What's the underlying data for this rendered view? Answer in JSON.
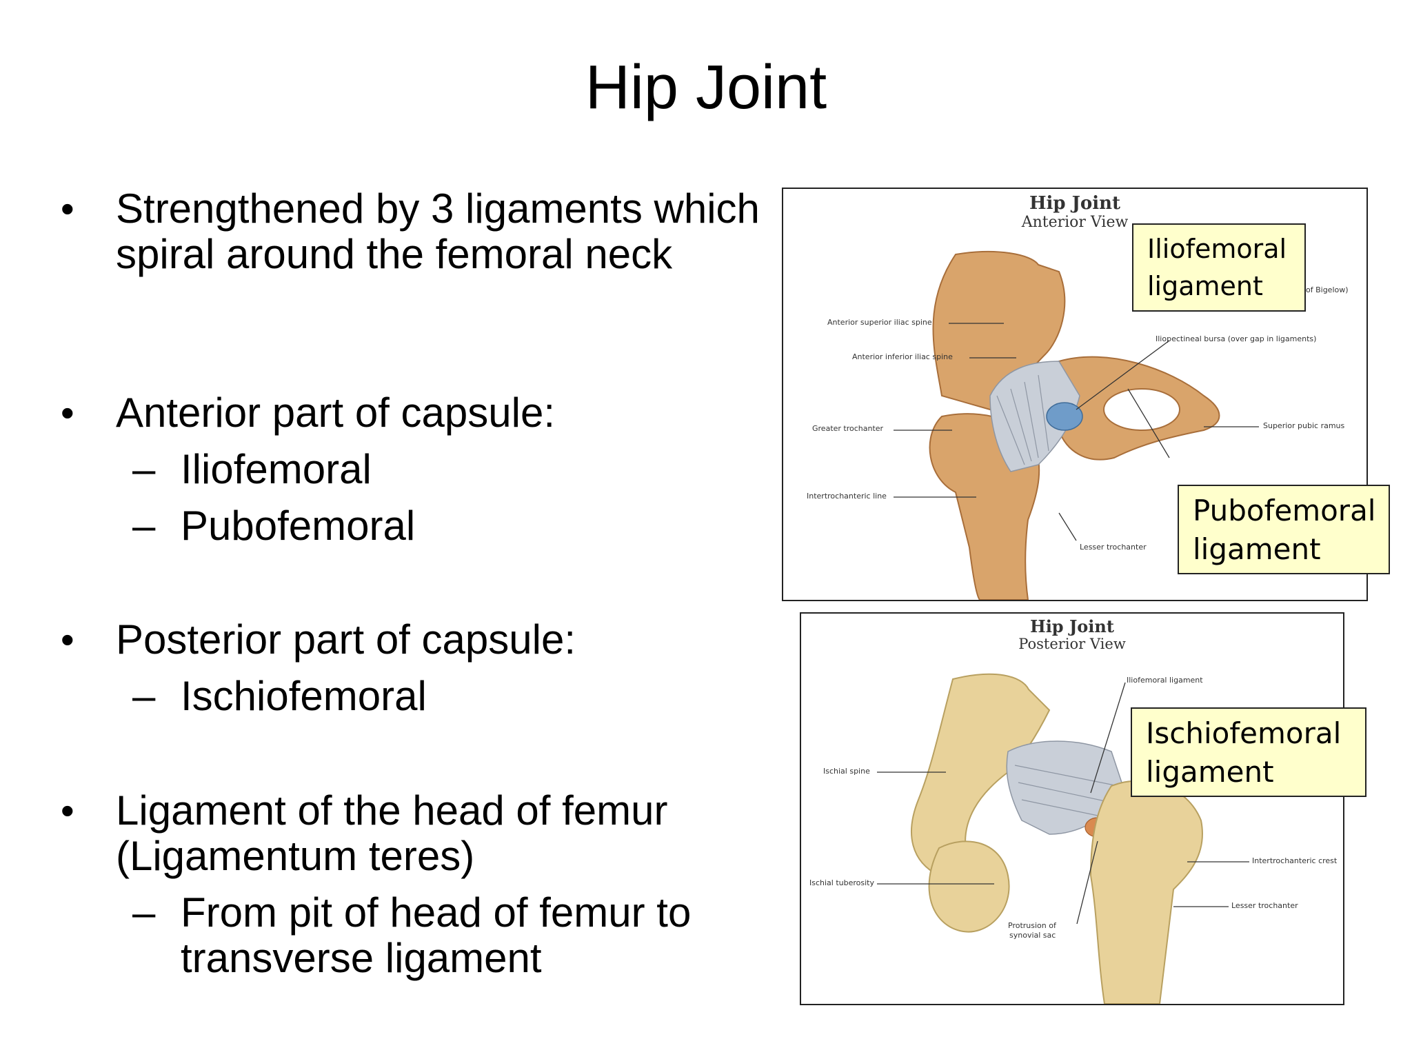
{
  "slide": {
    "title": "Hip Joint",
    "bullets": [
      {
        "text": "Strengthened by 3 ligaments which spiral around the femoral neck",
        "subs": []
      },
      {
        "text": "Anterior part of capsule:",
        "subs": [
          "Iliofemoral",
          "Pubofemoral"
        ]
      },
      {
        "text": "Posterior part of capsule:",
        "subs": [
          "Ischiofemoral"
        ]
      },
      {
        "text": "Ligament of the head of femur (Ligamentum teres)",
        "subs": [
          "From pit of head of femur to transverse ligament"
        ]
      }
    ],
    "bullet_glyph": "•",
    "dash_glyph": "–"
  },
  "anterior_figure": {
    "title": "Hip Joint",
    "subtitle": "Anterior View",
    "labels": {
      "asis": "Anterior superior iliac spine",
      "aiis": "Anterior inferior iliac spine",
      "greater_trochanter": "Greater trochanter",
      "intertrochanteric_line": "Intertrochanteric line",
      "lesser_trochanter": "Lesser trochanter",
      "bigelow": "of Bigelow)",
      "iliopectineal_bursa": "Iliopectineal bursa (over gap in ligaments)",
      "superior_pubic_ramus": "Superior pubic ramus"
    },
    "callouts": {
      "iliofemoral_line1": "Iliofemoral",
      "iliofemoral_line2": "ligament",
      "pubofemoral_line1": "Pubofemoral",
      "pubofemoral_line2": "ligament"
    }
  },
  "posterior_figure": {
    "title": "Hip Joint",
    "subtitle": "Posterior View",
    "labels": {
      "iliofemoral_ligament": "Iliofemoral ligament",
      "ischial_spine": "Ischial spine",
      "ischial_tuberosity": "Ischial tuberosity",
      "protrusion_line1": "Protrusion of",
      "protrusion_line2": "synovial sac",
      "intertrochanteric_crest": "Intertrochanteric crest",
      "lesser_trochanter": "Lesser trochanter"
    },
    "callouts": {
      "ischiofemoral_line1": "Ischiofemoral",
      "ischiofemoral_line2": "ligament"
    }
  },
  "colors": {
    "bone": "#d9a46b",
    "bone_dark": "#b87c44",
    "bone_pale": "#e8d29a",
    "ligament": "#c9cfd8",
    "bursa": "#6f9cc9",
    "callout_bg": "#ffffcc"
  }
}
